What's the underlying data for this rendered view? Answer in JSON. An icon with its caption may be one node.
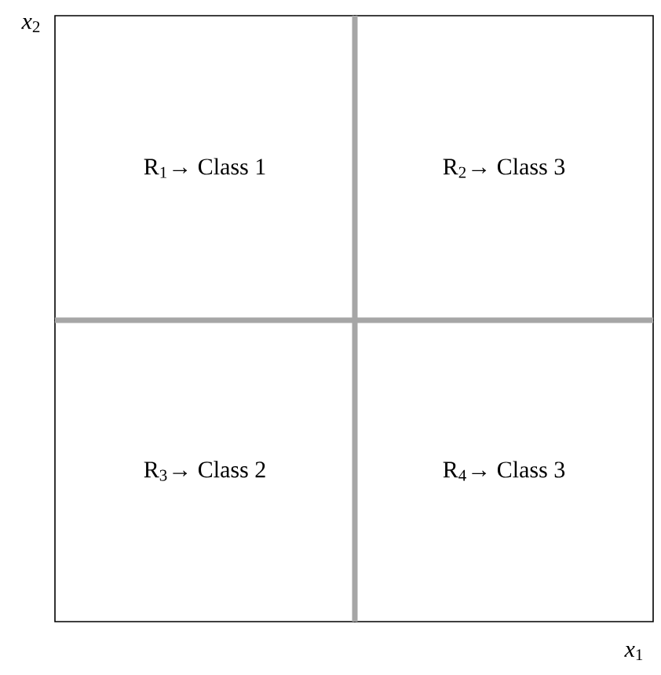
{
  "diagram": {
    "nodes": [
      {
        "text": [
          "R$_{1}$→ Class 1"
        ]
      },
      {
        "text": [
          "R$_{2}$→ Class 3"
        ]
      },
      {
        "text": [
          "R$_{3}$→ Class 2"
        ]
      },
      {
        "text": [
          "R$_{4}$→ Class 3"
        ]
      }
    ],
    "labels": [
      "*x*$_{2}$",
      "*x*$_{1}$"
    ]
  }
}
